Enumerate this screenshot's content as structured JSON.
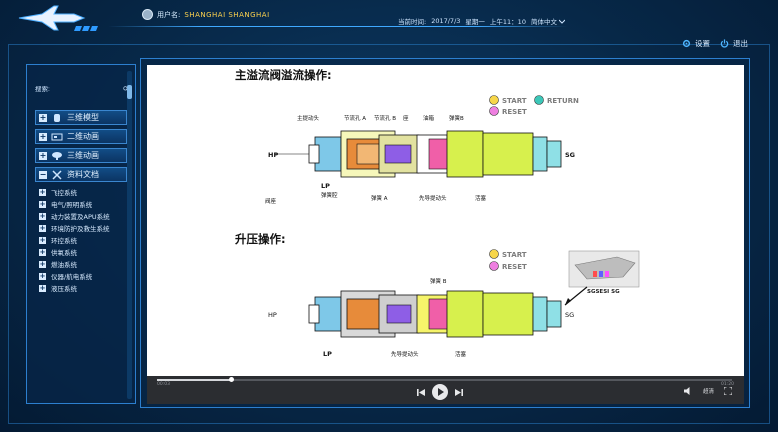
{
  "header": {
    "user_label": "用户名:",
    "user_name": "SHANGHAI SHANGHAI",
    "time_label": "当前时间:",
    "date": "2017/7/3",
    "weekday": "星期一",
    "time": "上午11：10",
    "language": "简体中文"
  },
  "actions": {
    "settings": "设置",
    "logout": "退出"
  },
  "sidebar": {
    "search_placeholder": "搜索:",
    "categories": [
      {
        "label": "三维模型",
        "toggle": "+"
      },
      {
        "label": "二维动画",
        "toggle": "+"
      },
      {
        "label": "三维动画",
        "toggle": "+"
      },
      {
        "label": "资料文档",
        "toggle": "−"
      }
    ],
    "docs": [
      "飞控系统",
      "电气/照明系统",
      "动力装置及APU系统",
      "环境防护及救生系统",
      "环控系统",
      "供氧系统",
      "燃油系统",
      "仪器/航电系统",
      "液压系统"
    ]
  },
  "document": {
    "heading1": "主溢流阀溢流操作:",
    "heading2": "升压操作:",
    "legend": {
      "start": "START",
      "return": "RETURN",
      "reset": "RESET"
    },
    "d1": {
      "top_labels": [
        "主提动头",
        "节流孔 A",
        "节流孔 B",
        "座",
        "油箱",
        "弹簧B"
      ],
      "bottom_labels": [
        "阀座",
        "弹簧腔",
        "弹簧 A",
        "先导提动头",
        "活塞"
      ],
      "hp": "HP",
      "lp": "LP",
      "sg": "SG"
    },
    "d2": {
      "spring_label": "弹簧 B",
      "pilot_label": "先导提动头",
      "piston_label": "活塞",
      "hp": "HP",
      "lp": "LP",
      "sg": "SG",
      "inset_labels": "SGSESI SG"
    }
  },
  "player": {
    "time_left": "00:03",
    "time_right": "01:20",
    "quality": "超清"
  },
  "colors": {
    "accent": "#2c7fcf",
    "user_name": "#ffd34d",
    "legend_start": "#f7d64a",
    "legend_return": "#3cc7b8",
    "legend_reset": "#ee7fe0"
  }
}
